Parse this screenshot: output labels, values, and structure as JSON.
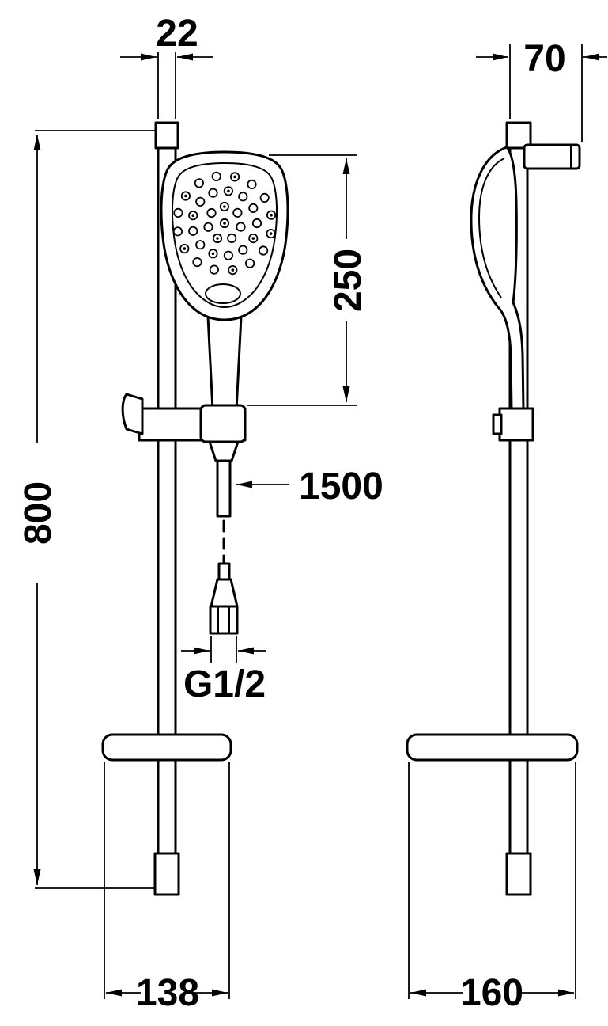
{
  "dimensions": {
    "rail_width_mm": "22",
    "wall_offset_mm": "70",
    "handshower_length_mm": "250",
    "rail_length_mm": "800",
    "hose_length_mm": "1500",
    "connector_thread": "G1/2",
    "front_footprint_mm": "138",
    "side_footprint_mm": "160"
  },
  "colors": {
    "line": "#000000",
    "background": "#ffffff"
  }
}
